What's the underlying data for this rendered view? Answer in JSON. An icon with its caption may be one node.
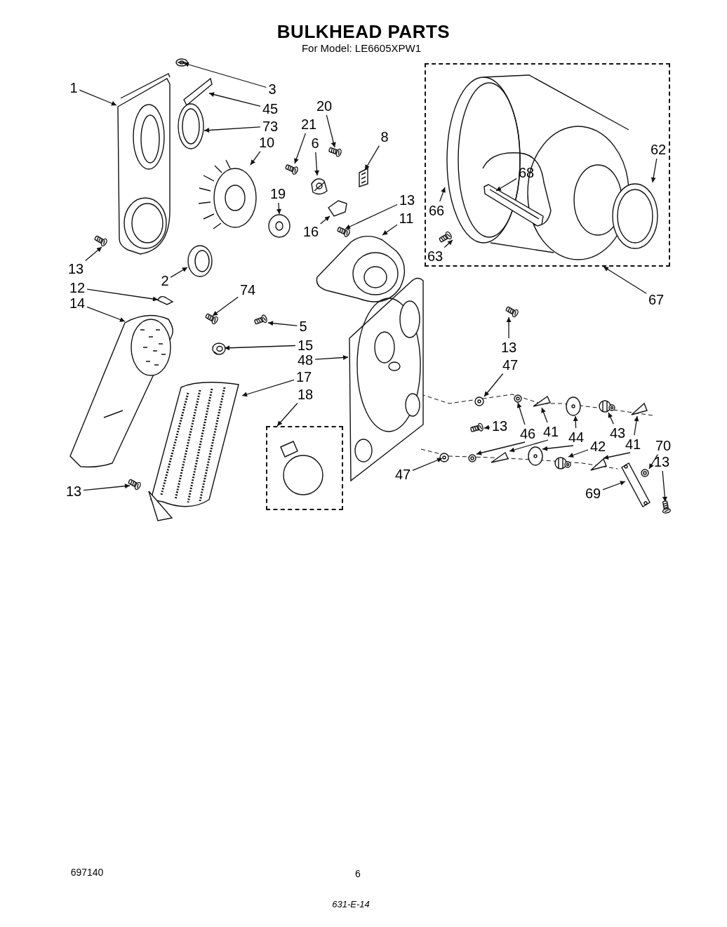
{
  "diagram": {
    "title": "BULKHEAD PARTS",
    "nodes": [
      {
        "text": [
          "3"
        ]
      },
      {
        "text": [
          "1"
        ]
      },
      {
        "text": [
          "45"
        ]
      },
      {
        "text": [
          "73"
        ]
      },
      {
        "text": [
          "20"
        ]
      },
      {
        "text": [
          "21"
        ]
      },
      {
        "text": [
          "10"
        ]
      },
      {
        "text": [
          "6"
        ]
      },
      {
        "text": [
          "8"
        ]
      },
      {
        "text": [
          "19"
        ]
      },
      {
        "text": [
          "13"
        ]
      },
      {
        "text": [
          "11"
        ]
      },
      {
        "text": [
          "16"
        ]
      },
      {
        "text": [],
        "shape": "box"
      },
      {
        "text": [
          "62"
        ],
        "in": 13
      },
      {
        "text": [
          "68"
        ],
        "in": 57
      },
      {
        "text": [
          "66"
        ],
        "in": 13
      },
      {
        "text": [
          "63"
        ],
        "in": 13
      },
      {
        "text": [
          "13"
        ]
      },
      {
        "text": [
          "2"
        ]
      },
      {
        "text": [
          "74"
        ]
      },
      {
        "text": [
          "12"
        ]
      },
      {
        "text": [
          "14"
        ]
      },
      {
        "text": [
          "67"
        ]
      },
      {
        "text": [
          "5"
        ]
      },
      {
        "text": [
          "15"
        ]
      },
      {
        "text": [
          "48"
        ]
      },
      {
        "text": [
          "13"
        ]
      },
      {
        "text": [
          "47"
        ]
      },
      {
        "text": [
          "17"
        ]
      },
      {
        "text": [
          "18"
        ]
      },
      {
        "text": [],
        "shape": "box"
      },
      {
        "text": [
          "13"
        ]
      },
      {
        "text": [
          "46"
        ]
      },
      {
        "text": [
          "41"
        ]
      },
      {
        "text": [
          "44"
        ]
      },
      {
        "text": [
          "43"
        ]
      },
      {
        "text": [
          "42"
        ]
      },
      {
        "text": [
          "41"
        ]
      },
      {
        "text": [
          "70"
        ]
      },
      {
        "text": [
          "13"
        ]
      },
      {
        "text": [
          "47"
        ]
      },
      {
        "text": [
          "69"
        ]
      },
      {
        "text": [
          "13"
        ]
      },
      {
        "text": [],
        "shape": "picture"
      },
      {
        "text": [],
        "shape": "picture"
      },
      {
        "text": [],
        "shape": "picture"
      },
      {
        "text": [],
        "shape": "picture"
      },
      {
        "text": [],
        "shape": "picture"
      },
      {
        "text": [],
        "shape": "picture"
      },
      {
        "text": [],
        "shape": "picture"
      },
      {
        "text": [],
        "shape": "picture"
      },
      {
        "text": [],
        "shape": "picture"
      },
      {
        "text": [],
        "shape": "picture"
      },
      {
        "text": [],
        "shape": "picture"
      },
      {
        "text": [],
        "shape": "picture"
      },
      {
        "text": [],
        "shape": "picture"
      },
      {
        "text": [],
        "shape": "picture",
        "in": 13
      },
      {
        "text": [],
        "shape": "picture",
        "in": 57
      },
      {
        "text": [],
        "shape": "picture",
        "in": 13
      },
      {
        "text": [],
        "shape": "picture",
        "in": 13
      },
      {
        "text": [],
        "shape": "picture"
      },
      {
        "text": [],
        "shape": "picture"
      },
      {
        "text": [],
        "shape": "picture"
      },
      {
        "text": [],
        "shape": "picture"
      },
      {
        "text": [],
        "shape": "picture"
      },
      {
        "text": [],
        "shape": "picture"
      },
      {
        "text": [],
        "shape": "picture"
      },
      {
        "text": [],
        "shape": "picture"
      },
      {
        "text": [],
        "shape": "picture"
      },
      {
        "text": [],
        "shape": "picture"
      },
      {
        "text": [],
        "shape": "picture"
      },
      {
        "text": [],
        "shape": "picture"
      },
      {
        "text": [],
        "shape": "picture"
      },
      {
        "text": [],
        "shape": "picture"
      },
      {
        "text": [],
        "shape": "picture"
      },
      {
        "text": [],
        "shape": "picture"
      },
      {
        "text": [],
        "shape": "picture"
      },
      {
        "text": [],
        "shape": "picture"
      },
      {
        "text": [],
        "shape": "picture"
      },
      {
        "text": [],
        "shape": "picture"
      },
      {
        "text": [],
        "shape": "picture"
      },
      {
        "text": [],
        "shape": "picture"
      },
      {
        "text": [],
        "shape": "picture"
      },
      {
        "text": [],
        "shape": "picture"
      },
      {
        "text": [],
        "shape": "picture"
      },
      {
        "text": [],
        "shape": "picture"
      },
      {
        "text": [],
        "shape": "picture"
      }
    ],
    "edges": [
      {
        "from": 0,
        "to": 44,
        "arrow": "to"
      },
      {
        "from": 1,
        "to": 45,
        "arrow": "to"
      },
      {
        "from": 2,
        "to": 46,
        "arrow": "to"
      },
      {
        "from": 3,
        "to": 47,
        "arrow": "to"
      },
      {
        "from": 4,
        "to": 48,
        "arrow": "to"
      },
      {
        "from": 5,
        "to": 49,
        "arrow": "to"
      },
      {
        "from": 6,
        "to": 50,
        "arrow": "to"
      },
      {
        "from": 7,
        "to": 51,
        "arrow": "to"
      },
      {
        "from": 8,
        "to": 52,
        "arrow": "to"
      },
      {
        "from": 9,
        "to": 53,
        "arrow": "to"
      },
      {
        "from": 10,
        "to": 54,
        "arrow": "to"
      },
      {
        "from": 11,
        "to": 55,
        "arrow": "to"
      },
      {
        "from": 12,
        "to": 56,
        "arrow": "to"
      },
      {
        "from": 14,
        "to": 59,
        "arrow": "to"
      },
      {
        "from": 15,
        "to": 58,
        "arrow": "to"
      },
      {
        "from": 16,
        "to": 57,
        "arrow": "to"
      },
      {
        "from": 17,
        "to": 60,
        "arrow": "to"
      },
      {
        "from": 18,
        "to": 61,
        "arrow": "to"
      },
      {
        "from": 19,
        "to": 62,
        "arrow": "to"
      },
      {
        "from": 20,
        "to": 63,
        "arrow": "to"
      },
      {
        "from": 21,
        "to": 64,
        "arrow": "to"
      },
      {
        "from": 22,
        "to": 65,
        "arrow": "to"
      },
      {
        "from": 23,
        "to": 13,
        "arrow": "to"
      },
      {
        "from": 24,
        "to": 66,
        "arrow": "to"
      },
      {
        "from": 25,
        "to": 67,
        "arrow": "to"
      },
      {
        "from": 26,
        "to": 68,
        "arrow": "to"
      },
      {
        "from": 27,
        "to": 69,
        "arrow": "to"
      },
      {
        "from": 28,
        "to": 70,
        "arrow": "to"
      },
      {
        "from": 29,
        "to": 71,
        "arrow": "to"
      },
      {
        "from": 30,
        "to": 31,
        "arrow": "to"
      },
      {
        "from": 32,
        "to": 72,
        "arrow": "to"
      },
      {
        "from": 33,
        "to": 73,
        "arrow": "to"
      },
      {
        "from": 33,
        "to": 74,
        "arrow": "to"
      },
      {
        "from": 34,
        "to": 75,
        "arrow": "to"
      },
      {
        "from": 34,
        "to": 76,
        "arrow": "to"
      },
      {
        "from": 35,
        "to": 77,
        "arrow": "to"
      },
      {
        "from": 35,
        "to": 78,
        "arrow": "to"
      },
      {
        "from": 36,
        "to": 79,
        "arrow": "to"
      },
      {
        "from": 37,
        "to": 80,
        "arrow": "to"
      },
      {
        "from": 38,
        "to": 81,
        "arrow": "to"
      },
      {
        "from": 38,
        "to": 82,
        "arrow": "to"
      },
      {
        "from": 39,
        "to": 83,
        "arrow": "to"
      },
      {
        "from": 40,
        "to": 84,
        "arrow": "to"
      },
      {
        "from": 41,
        "to": 85,
        "arrow": "to"
      },
      {
        "from": 42,
        "to": 86,
        "arrow": "to"
      },
      {
        "from": 43,
        "to": 87,
        "arrow": "to"
      }
    ],
    "labels": [
      "For Model: LE6605XPW1",
      "697140",
      "6",
      "631-E-14"
    ]
  }
}
